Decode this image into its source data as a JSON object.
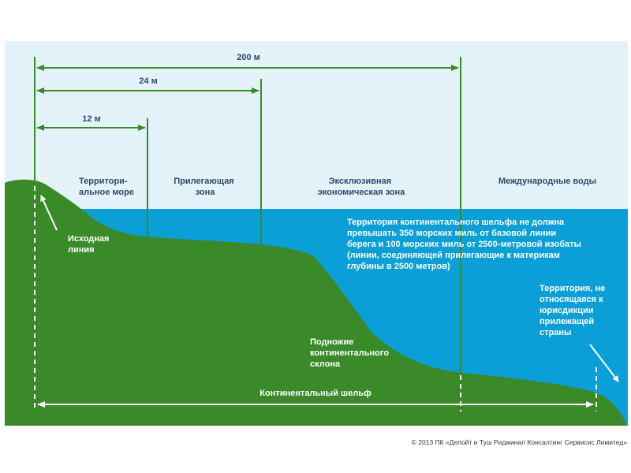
{
  "measures": {
    "m200": "200 м",
    "m24": "24 м",
    "m12": "12 м"
  },
  "zones": {
    "territorial_line1": "Территори-",
    "territorial_line2": "альное море",
    "contiguous_line1": "Прилегающая",
    "contiguous_line2": "зона",
    "eez_line1": "Эксклюзивная",
    "eez_line2": "экономическая зона",
    "international": "Международные воды"
  },
  "labels": {
    "baseline_line1": "Исходная",
    "baseline_line2": "линия",
    "shelf_note_lines": [
      "Территория континентального шельфа не должна",
      "превышать 350 морских миль от базовой линии",
      "берега и 100 морских миль от 2500-метровой изобаты",
      "(линии, соединяющей прилегающие к материкам",
      "глубины в 2500 метров)"
    ],
    "foot_lines": [
      "Подножие",
      "континентального",
      "склона"
    ],
    "nonjuris_lines": [
      "Территория, не",
      "относящаяся к",
      "юрисдикции",
      "прилежащей",
      "страны"
    ],
    "shelf": "Континентальный шельф"
  },
  "footer": {
    "copyright": "© 2013 ПК «Делойт и Туш Риджинал Консалтинг Сервисис Лимитед»"
  },
  "colors": {
    "sky": "#e4f3f9",
    "sea": "#0a9fd6",
    "land": "#3a8a2a",
    "lines": "#3a8a2a",
    "text_dark": "#2b4a6b",
    "text_light": "#ffffff"
  }
}
